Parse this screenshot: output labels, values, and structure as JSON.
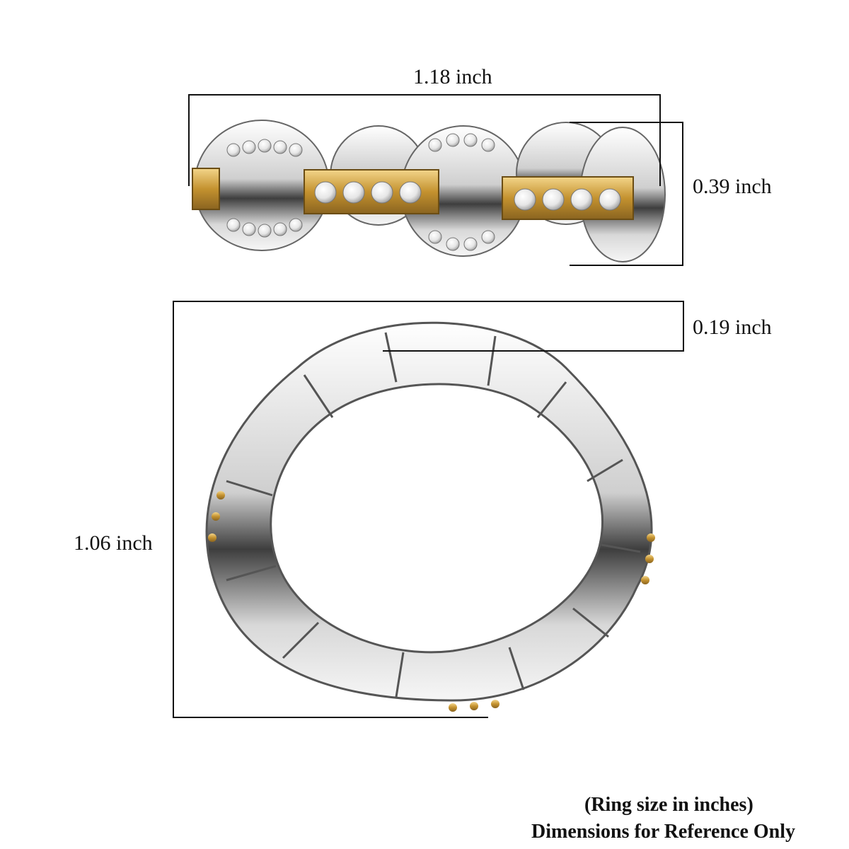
{
  "dimensions": {
    "width_label": "1.18 inch",
    "height_label": "0.39 inch",
    "band_width_label": "0.19 inch",
    "diameter_label": "1.06 inch"
  },
  "footer": {
    "line1": "(Ring size in inches)",
    "line2": "Dimensions for Reference Only"
  },
  "colors": {
    "silver": "#e8e8e8",
    "silver_dark": "#4a4a4a",
    "gold": "#c99a3c",
    "stone": "#f4f4f4"
  }
}
